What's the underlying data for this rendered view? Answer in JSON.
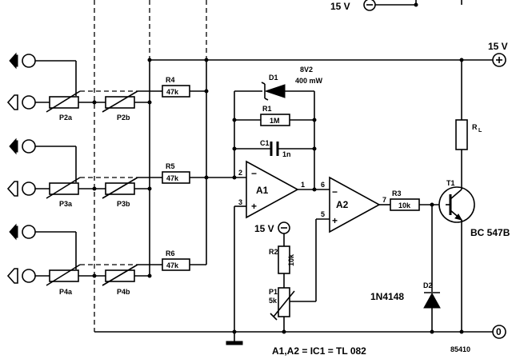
{
  "supply": {
    "pos_top": "15 V",
    "pos_right": "15 V",
    "neg": "15 V",
    "ground": "0",
    "plus_sign": "+",
    "minus_sign": "−"
  },
  "opamps": [
    {
      "name": "A1",
      "inv_pin": "2",
      "noninv_pin": "3",
      "out_pin": "1",
      "minus": "−",
      "plus": "+"
    },
    {
      "name": "A2",
      "inv_pin": "6",
      "noninv_pin": "5",
      "out_pin": "7",
      "minus": "−",
      "plus": "+"
    }
  ],
  "resistors": [
    {
      "ref": "R4",
      "value": "47k"
    },
    {
      "ref": "R5",
      "value": "47k"
    },
    {
      "ref": "R6",
      "value": "47k"
    },
    {
      "ref": "R1",
      "value": "1M"
    },
    {
      "ref": "R2",
      "value": "10k"
    },
    {
      "ref": "R3",
      "value": "10k"
    },
    {
      "ref": "R",
      "sub": "L"
    }
  ],
  "capacitor": {
    "ref": "C1",
    "value": "1n"
  },
  "zener": {
    "ref": "D1",
    "voltage": "8V2",
    "power": "400 mW"
  },
  "diode": {
    "ref": "D2",
    "type": "1N4148"
  },
  "trimmer": {
    "ref": "P1",
    "value": "5k"
  },
  "pots": [
    "P2a",
    "P2b",
    "P3a",
    "P3b",
    "P4a",
    "P4b"
  ],
  "transistor": {
    "ref": "T1",
    "type": "BC 547B"
  },
  "footer": {
    "ic_note": "A1,A2 = IC1 = TL 082",
    "code": "85410"
  }
}
